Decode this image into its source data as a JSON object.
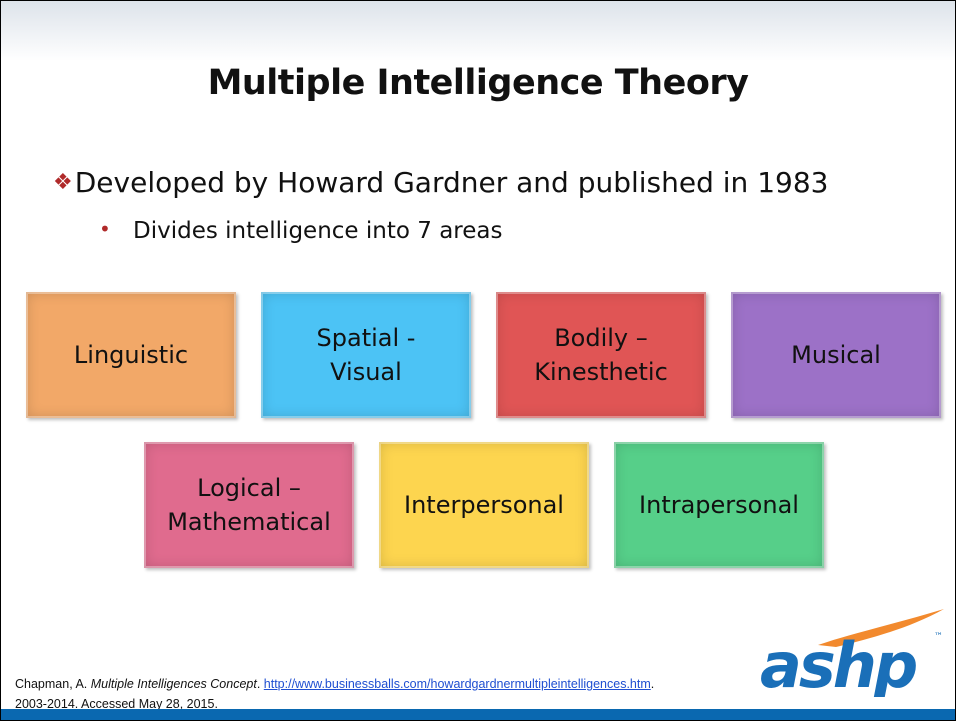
{
  "slide": {
    "title": "Multiple Intelligence Theory",
    "bullet_level1": {
      "icon": "diamond-bullet-icon",
      "text": "Developed by Howard Gardner and published in 1983"
    },
    "bullet_level2": {
      "icon": "dot-bullet-icon",
      "text": "Divides intelligence into 7 areas"
    },
    "intelligences": [
      {
        "label": "Linguistic",
        "color": "#f2a868"
      },
      {
        "label": "Spatial -\nVisual",
        "color": "#4cc3f5"
      },
      {
        "label": "Bodily –\nKinesthetic",
        "color": "#e05555"
      },
      {
        "label": "Musical",
        "color": "#9c71c7"
      },
      {
        "label": "Logical –\nMathematical",
        "color": "#e06b8e"
      },
      {
        "label": "Interpersonal",
        "color": "#fdd54f"
      },
      {
        "label": "Intrapersonal",
        "color": "#56cf89"
      }
    ],
    "citation": {
      "author": "Chapman, A. ",
      "work": "Multiple Intelligences Concept",
      "after_work": ". ",
      "url": "http://www.businessballs.com/howardgardnermultipleintelligences.htm",
      "after_url": ".",
      "line2": "2003-2014.  Accessed May 28, 2015."
    },
    "logo": {
      "text": "ashp",
      "trademark": "™",
      "color": "#1a6fb8",
      "swoosh_color": "#f28a2e"
    },
    "bottom_bar_color": "#0a68b0"
  }
}
